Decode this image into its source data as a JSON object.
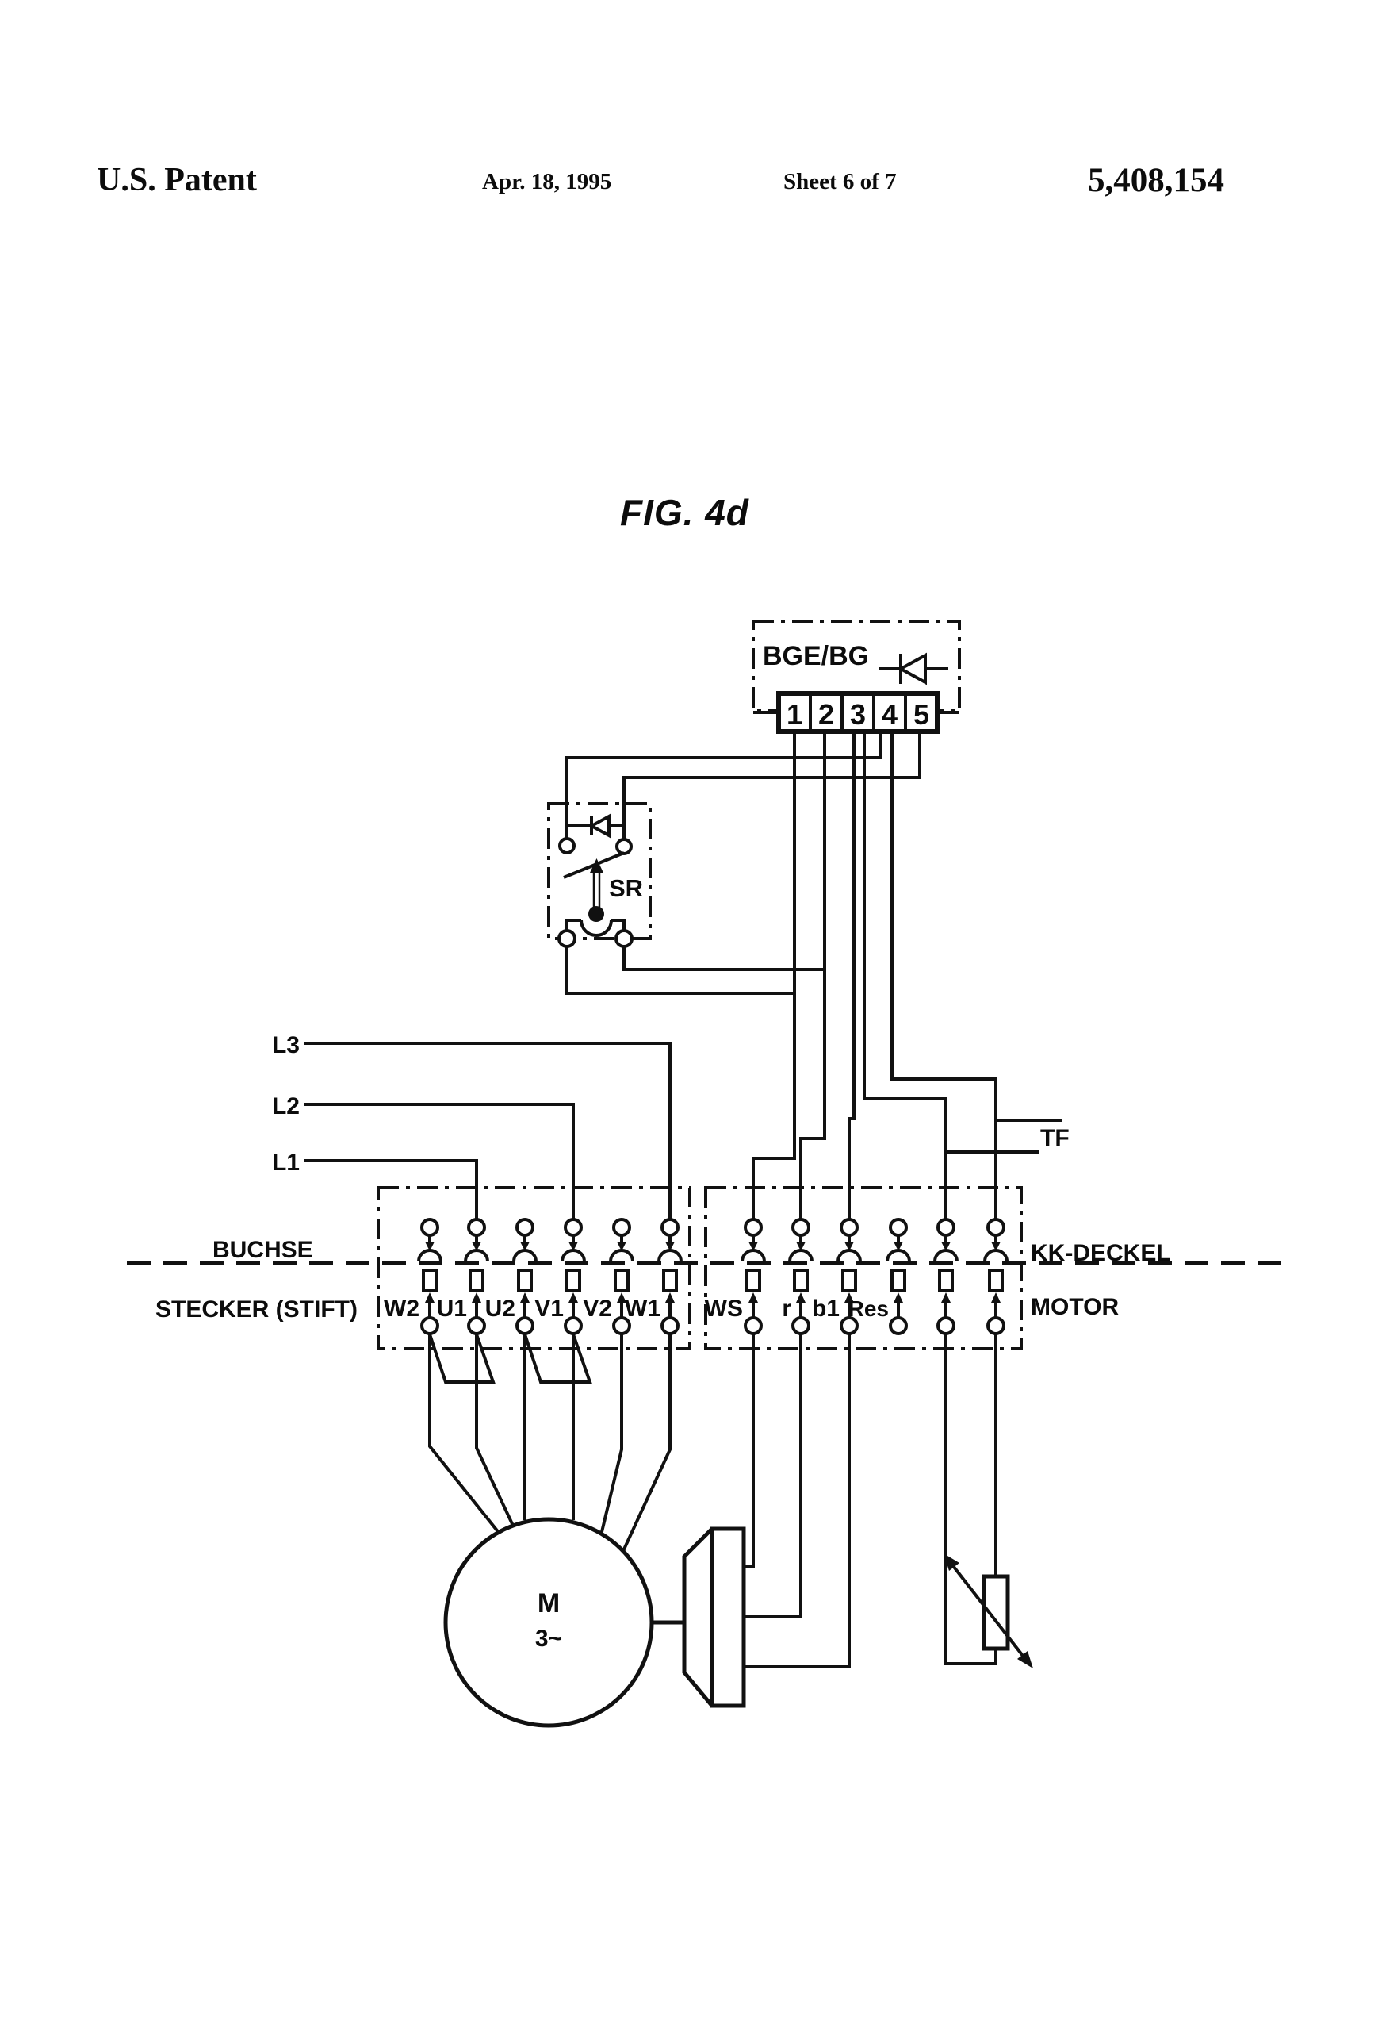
{
  "header": {
    "patent_label": "U.S. Patent",
    "date": "Apr. 18, 1995",
    "sheet": "Sheet 6 of 7",
    "number": "5,408,154"
  },
  "figure": {
    "title": "FIG. 4d"
  },
  "diagram": {
    "bge": {
      "label": "BGE/BG",
      "terminals": [
        "1",
        "2",
        "3",
        "4",
        "5"
      ]
    },
    "sr": {
      "label": "SR"
    },
    "supply_lines": {
      "l3": "L3",
      "l2": "L2",
      "l1": "L1"
    },
    "tf_label": "TF",
    "left_connector": {
      "pins": [
        "W2",
        "U1",
        "U2",
        "V1",
        "V2",
        "W1"
      ]
    },
    "right_connector": {
      "pins": [
        "WS",
        "r",
        "b1",
        "Res"
      ]
    },
    "interface": {
      "left_top": "BUCHSE",
      "left_bottom": "STECKER (STIFT)",
      "right_top": "KK-DECKEL",
      "right_bottom": "MOTOR"
    },
    "motor": {
      "symbol": "M",
      "phase": "3~"
    }
  }
}
